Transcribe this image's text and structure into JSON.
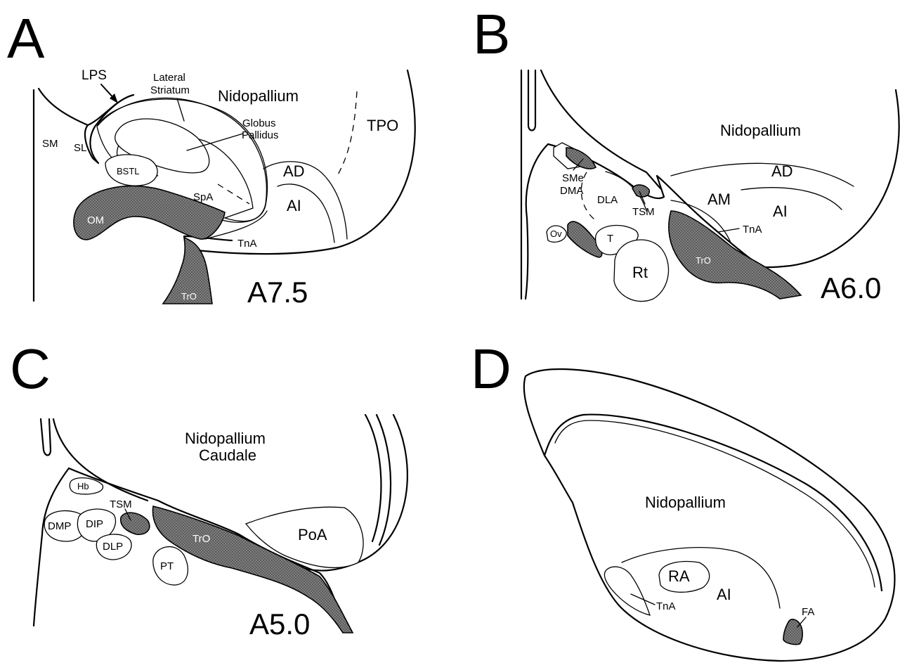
{
  "panels": [
    {
      "letter": "A",
      "level": "A7.5",
      "labels": {
        "lps": "LPS",
        "lateral_striatum_1": "Lateral",
        "lateral_striatum_2": "Striatum",
        "nidopallium": "Nidopallium",
        "globus_pallidus_1": "Globus",
        "globus_pallidus_2": "Pallidus",
        "tpo": "TPO",
        "sm": "SM",
        "sl": "SL",
        "bstl": "BSTL",
        "ad": "AD",
        "ai": "AI",
        "spa": "SpA",
        "om": "OM",
        "tna": "TnA",
        "tro": "TrO"
      }
    },
    {
      "letter": "B",
      "level": "A6.0",
      "labels": {
        "nidopallium": "Nidopallium",
        "ad": "AD",
        "ai": "AI",
        "am": "AM",
        "sme": "SMe",
        "dma": "DMA",
        "dla": "DLA",
        "tsm": "TSM",
        "tna": "TnA",
        "ov": "Ov",
        "t": "T",
        "rt": "Rt",
        "tro": "TrO"
      }
    },
    {
      "letter": "C",
      "level": "A5.0",
      "labels": {
        "nidopallium_1": "Nidopallium",
        "nidopallium_2": "Caudale",
        "hb": "Hb",
        "tsm": "TSM",
        "dmp": "DMP",
        "dip": "DIP",
        "dlp": "DLP",
        "tro": "TrO",
        "pt": "PT",
        "poa": "PoA"
      }
    },
    {
      "letter": "D",
      "labels": {
        "nidopallium": "Nidopallium",
        "ra": "RA",
        "ai": "AI",
        "tna": "TnA",
        "fa": "FA"
      }
    }
  ]
}
